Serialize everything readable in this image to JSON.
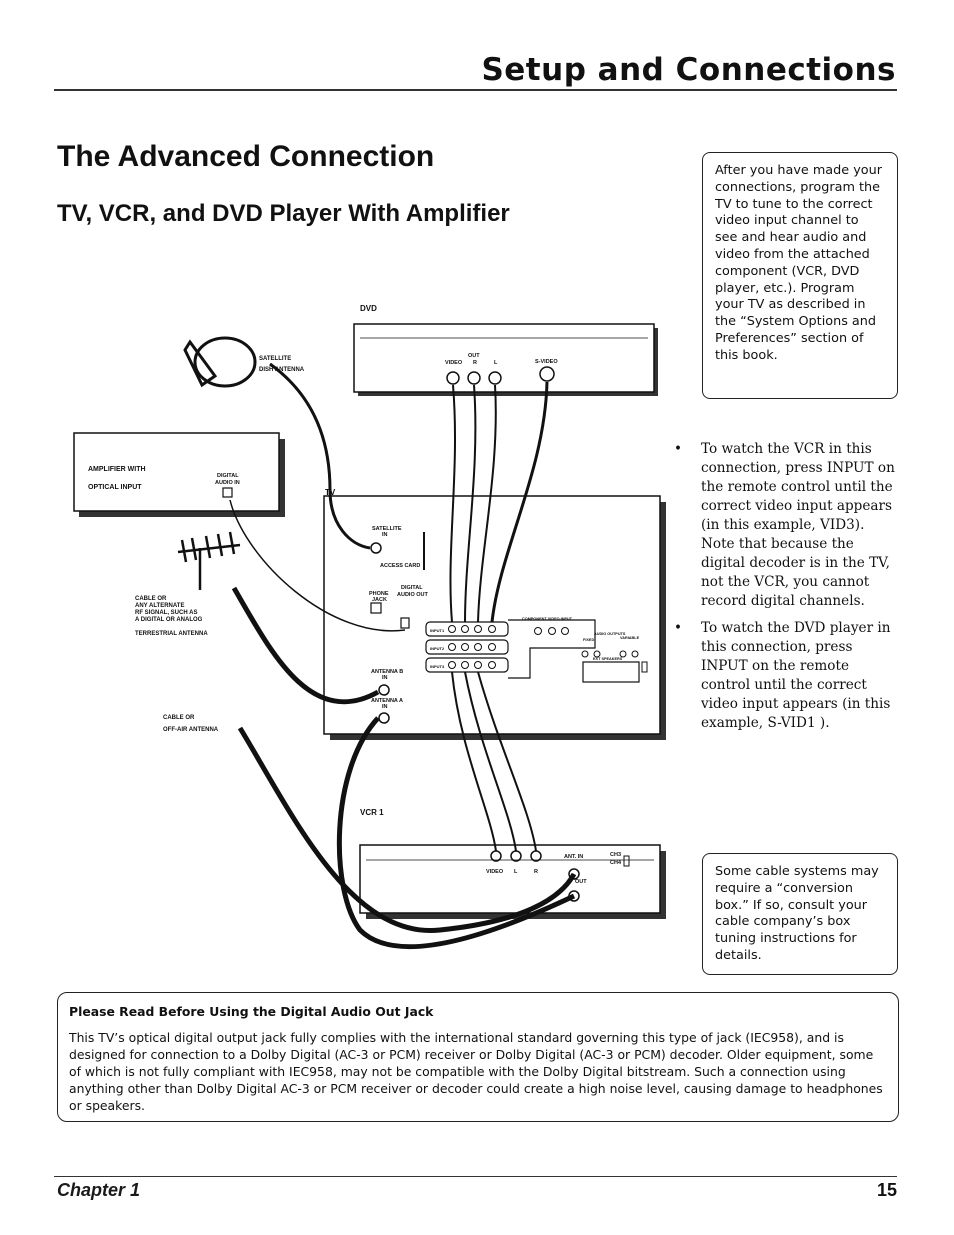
{
  "header": {
    "title": "Setup and Connections"
  },
  "page_title": "The Advanced Connection",
  "subtitle": "TV, VCR, and DVD Player With Amplifier",
  "callout_top": "After you have made your connections, program the TV to tune to the correct video input channel to see and hear audio and video from the attached component (VCR, DVD player, etc.). Program your TV as described in the “System Options and Preferences” section of this book.",
  "bullets": [
    "To watch the VCR in this connection, press INPUT on the remote control until the correct video input appears (in this example, VID3). Note that because the digital decoder is in the TV, not the VCR, you cannot record digital channels.",
    "To watch the DVD player in this connection, press INPUT on the remote control until the correct video input appears (in this example, S-VID1 )."
  ],
  "bullet_symbol": "•",
  "callout_bottom": "Some cable systems may require a “conversion box.” If so, consult your cable company’s box tuning instructions for details.",
  "notice": {
    "title": "Please Read Before Using the Digital Audio Out Jack",
    "body": "This TV’s optical digital output jack fully complies with the international standard governing this type of jack (IEC958), and is designed for connection to a Dolby Digital (AC-3 or PCM) receiver or Dolby Digital (AC-3 or PCM) decoder. Older equipment, some of which is not fully compliant with IEC958, may not be compatible with the Dolby Digital bitstream. Such a connection using anything other than Dolby Digital AC-3 or PCM receiver or decoder could create a high noise level, causing damage to headphones or speakers."
  },
  "footer": {
    "chapter": "Chapter 1",
    "page": "15"
  },
  "diagram_labels": {
    "dvd": "DVD",
    "dvd_out": "OUT",
    "dvd_video": "VIDEO",
    "dvd_r": "R",
    "dvd_l": "L",
    "dvd_svideo": "S-VIDEO",
    "satellite_dish": [
      "SATELLITE",
      "DISH ANTENNA"
    ],
    "amplifier": [
      "AMPLIFIER WITH",
      "OPTICAL INPUT"
    ],
    "amp_digital_in": [
      "DIGITAL",
      "AUDIO IN"
    ],
    "tv": "TV",
    "satellite_in": [
      "SATELLITE",
      "IN"
    ],
    "access_card": "ACCESS CARD",
    "phone_jack": [
      "PHONE",
      "JACK"
    ],
    "digital_audio_out": [
      "DIGITAL",
      "AUDIO OUT"
    ],
    "antenna_b": [
      "ANTENNA B",
      "IN"
    ],
    "antenna_a": [
      "ANTENNA A",
      "IN"
    ],
    "cable_rf": [
      "CABLE OR",
      "ANY ALTERNATE",
      "RF SIGNAL, SUCH AS",
      "A DIGITAL OR ANALOG",
      "TERRESTRIAL ANTENNA"
    ],
    "cable_offair": [
      "CABLE OR",
      "OFF-AIR ANTENNA"
    ],
    "inputs": [
      "INPUT1",
      "INPUT2",
      "INPUT3"
    ],
    "component_video": "COMPONENT VIDEO INPUT",
    "audio_outputs": "AUDIO OUTPUTS",
    "fixed": "FIXED",
    "variable": "VARIABLE",
    "ext_speakers": "EXT SPEAKERS",
    "vcr": "VCR 1",
    "vcr_video": "VIDEO",
    "vcr_l": "L",
    "vcr_r": "R",
    "vcr_ant_in": "ANT. IN",
    "vcr_out": "OUT",
    "vcr_ch3": "CH3",
    "vcr_ch4": "CH4"
  }
}
